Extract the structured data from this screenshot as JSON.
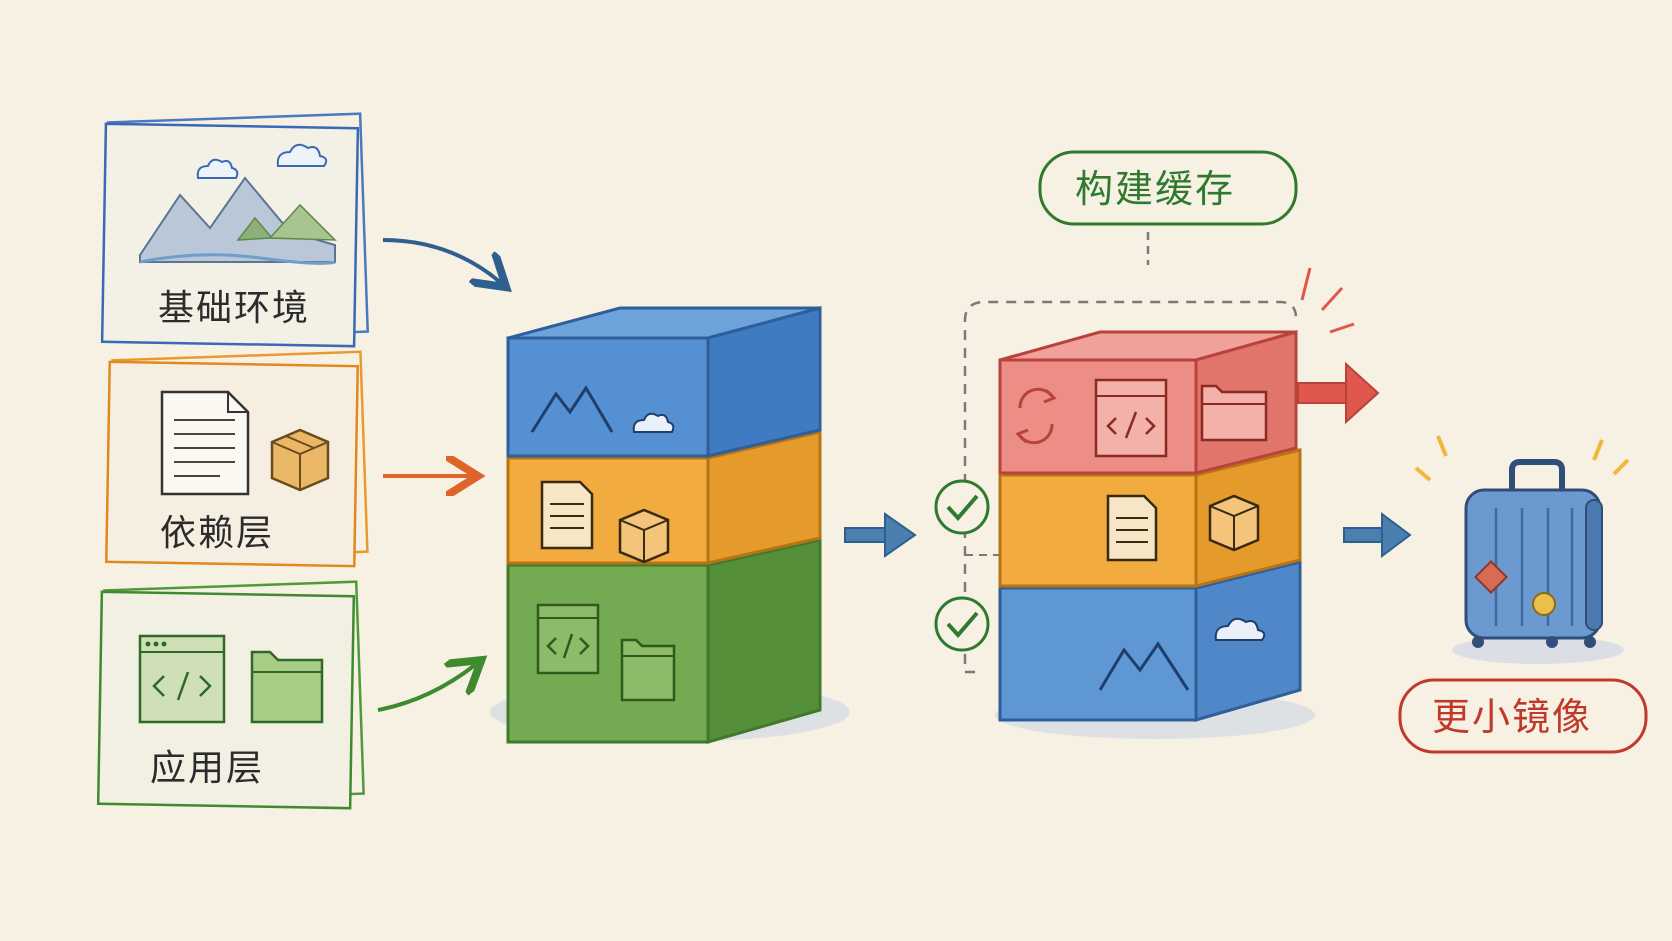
{
  "labels": {
    "base_env": "基础环境",
    "dependency_layer": "依赖层",
    "app_layer": "应用层",
    "build_cache": "构建缓存",
    "smaller_image": "更小镜像"
  },
  "colors": {
    "background": "#f6f1e3",
    "blue": "#3f7fc9",
    "orange": "#eea63a",
    "green": "#5d9a3d",
    "red": "#e26a63",
    "cache_green": "#2f7a2f",
    "image_red": "#c0392b",
    "arrow_blue": "#2f5f8f"
  },
  "icons": {
    "base": [
      "mountain-icon",
      "cloud-icon"
    ],
    "dependency": [
      "document-icon",
      "package-box-icon"
    ],
    "app": [
      "code-window-icon",
      "folder-icon"
    ],
    "cache": [
      "refresh-icon",
      "check-icon"
    ],
    "result": [
      "suitcase-icon"
    ]
  }
}
